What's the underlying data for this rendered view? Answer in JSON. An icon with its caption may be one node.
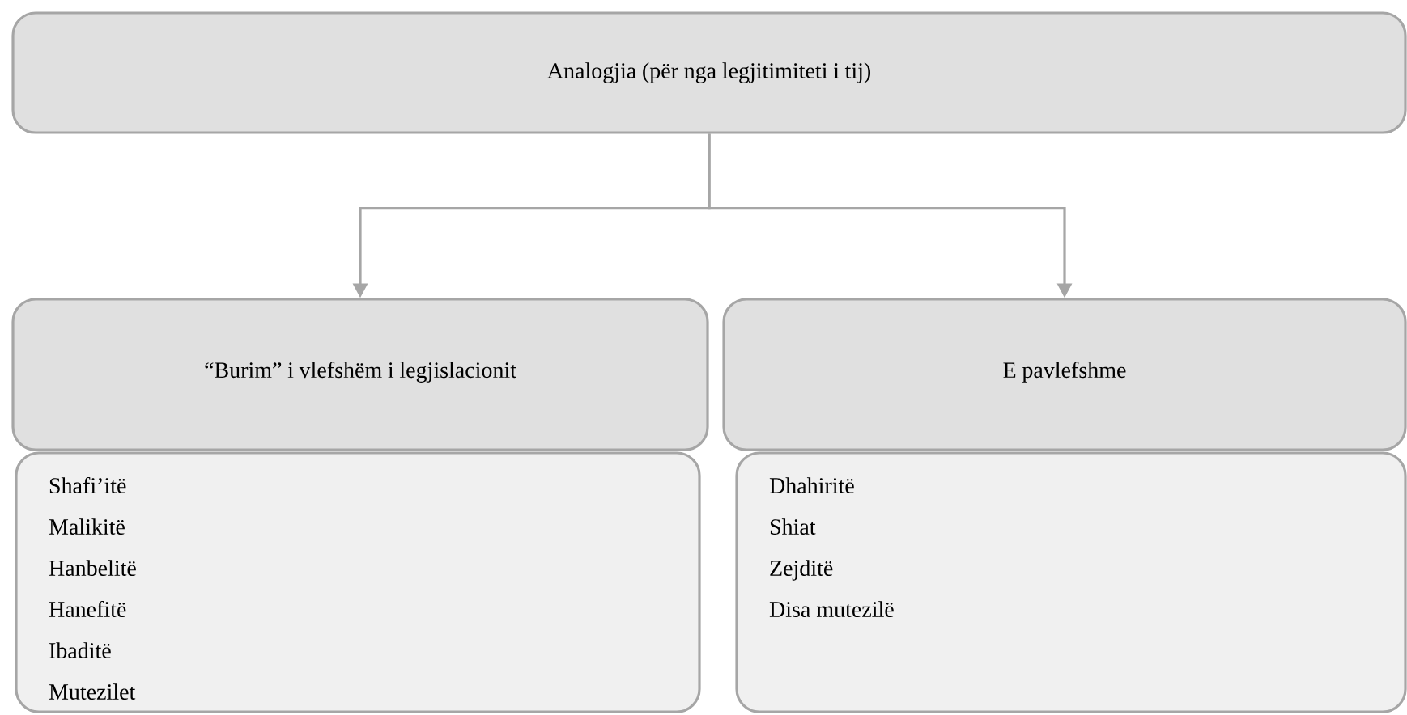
{
  "diagram": {
    "nodes": [
      {
        "text": [
          "Analogjia (për nga legjitimiteti i tij)"
        ]
      },
      {
        "text": [
          "“Burim” i vlefshëm i legjislacionit"
        ]
      },
      {
        "text": [
          "Shafi’itë",
          "Malikitë",
          "Hanbelitë",
          "Hanefitë",
          "Ibaditë",
          "Mutezilet"
        ]
      },
      {
        "text": [
          "E pavlefshme"
        ]
      },
      {
        "text": [
          "Dhahiritë",
          "Shiat",
          "Zejditë",
          "Disa mutezilë"
        ]
      }
    ],
    "edges": [
      {
        "from": 0,
        "to": 1,
        "arrow": "to"
      },
      {
        "from": 0,
        "to": 3,
        "arrow": "to"
      }
    ]
  }
}
